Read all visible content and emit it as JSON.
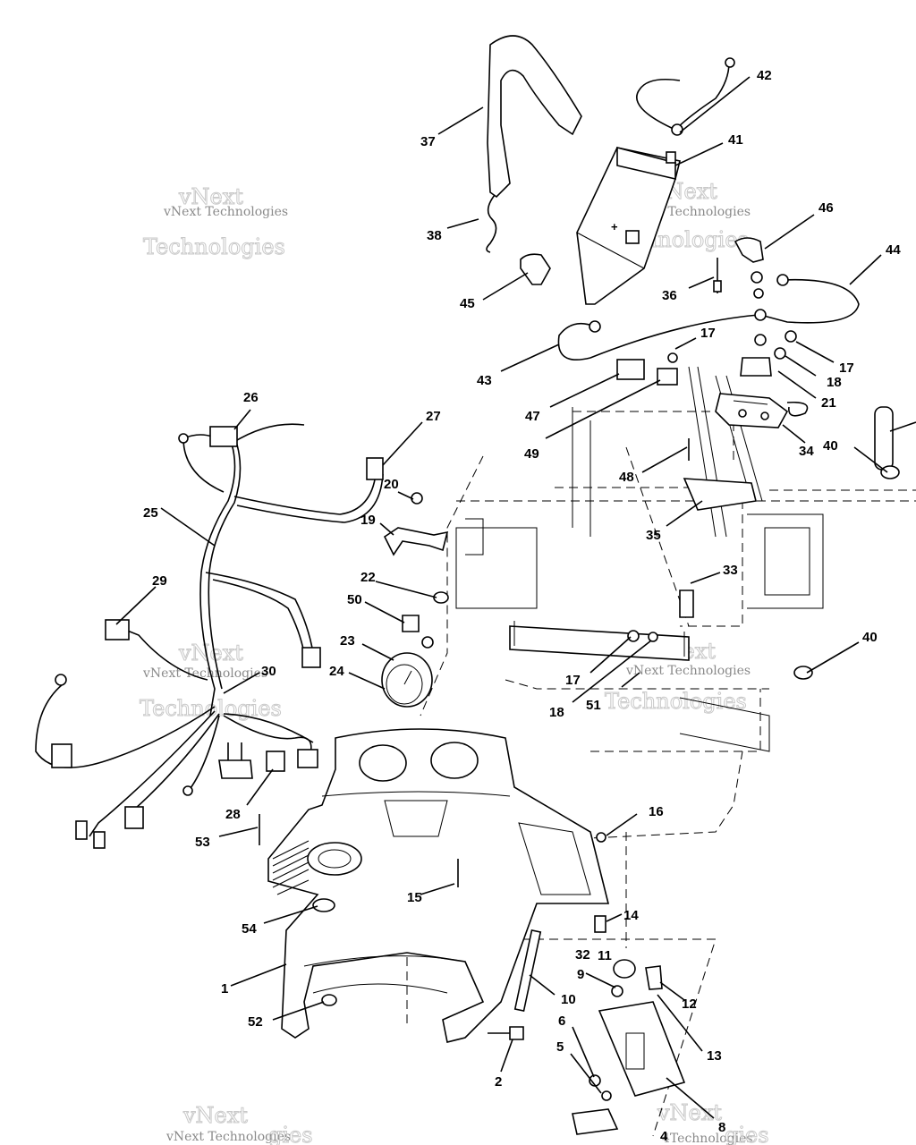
{
  "callouts": [
    "1",
    "2",
    "4",
    "5",
    "6",
    "8",
    "9",
    "10",
    "11",
    "12",
    "13",
    "14",
    "15",
    "16",
    "17",
    "17",
    "17",
    "18",
    "18",
    "19",
    "20",
    "21",
    "22",
    "23",
    "24",
    "25",
    "26",
    "27",
    "28",
    "29",
    "30",
    "32",
    "33",
    "34",
    "35",
    "36",
    "37",
    "38",
    "40",
    "40",
    "41",
    "42",
    "43",
    "44",
    "45",
    "46",
    "47",
    "48",
    "49",
    "50",
    "51",
    "52",
    "53",
    "54"
  ],
  "watermark": {
    "brand": "vNext",
    "company": "vNext Technologies",
    "tail": "Technologies",
    "partial_tail": "gies",
    "overlap_text": "4Technologies"
  }
}
